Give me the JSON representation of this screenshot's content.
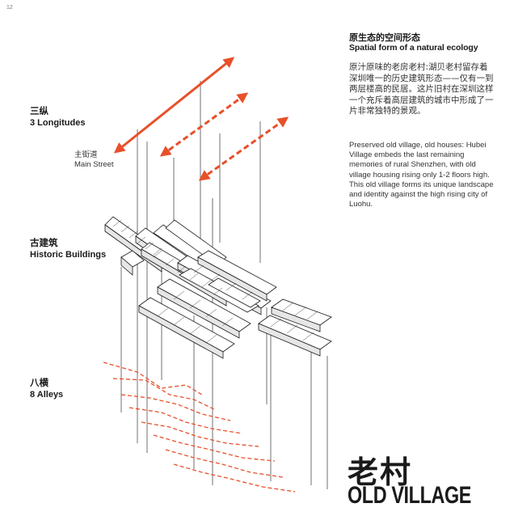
{
  "page_number": "12",
  "heading": {
    "cn": "原生态的空间形态",
    "en": "Spatial form of a natural ecology"
  },
  "description": {
    "cn": "原汁原味的老房老村:湖贝老村留存着深圳唯一的历史建筑形态——仅有一到两层楼高的民居。这片旧村在深圳这样一个充斥着高层建筑的城市中形成了一片非常独特的景观。",
    "en": "Preserved old village, old houses: Hubei Village embeds the last remaining memories of rural Shenzhen, with old village housing rising only 1-2 floors high. This old village forms its unique landscape and identity against the high rising city of Luohu."
  },
  "labels": {
    "longitudes": {
      "cn": "三纵",
      "en": "3 Longitudes"
    },
    "main_street": {
      "cn": "主街道",
      "en": "Main Street"
    },
    "historic": {
      "cn": "古建筑",
      "en": "Historic Buildings"
    },
    "alleys": {
      "cn": "八横",
      "en": "8 Alleys"
    }
  },
  "title": {
    "cn": "老村",
    "en": "OLD VILLAGE"
  },
  "colors": {
    "accent": "#e8502a",
    "ink": "#1a1a1a"
  }
}
